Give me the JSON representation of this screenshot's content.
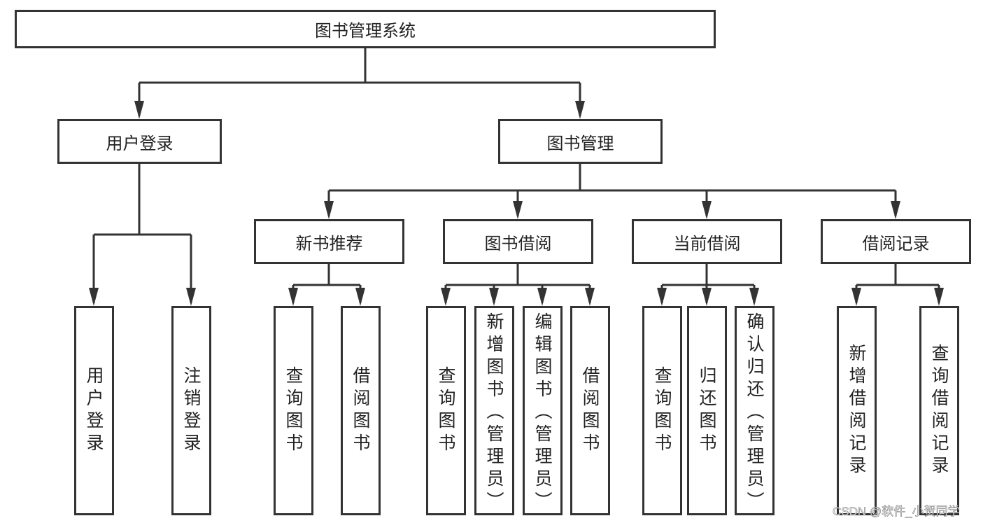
{
  "root": "图书管理系统",
  "level1": [
    "用户登录",
    "图书管理"
  ],
  "level2": [
    "新书推荐",
    "图书借阅",
    "当前借阅",
    "借阅记录"
  ],
  "leaves": {
    "user_login": [
      "用户登录",
      "注销登录"
    ],
    "new_books": [
      "查询图书",
      "借阅图书"
    ],
    "borrow": [
      "查询图书",
      "新增图书（管理员）",
      "编辑图书（管理员）",
      "借阅图书"
    ],
    "current": [
      "查询图书",
      "归还图书",
      "确认归还（管理员）"
    ],
    "records": [
      "新增借阅记录",
      "查询借阅记录"
    ]
  },
  "watermark": "CSDN @软件_小贺同学",
  "colors": {
    "line": "#333333",
    "background": "#ffffff"
  }
}
